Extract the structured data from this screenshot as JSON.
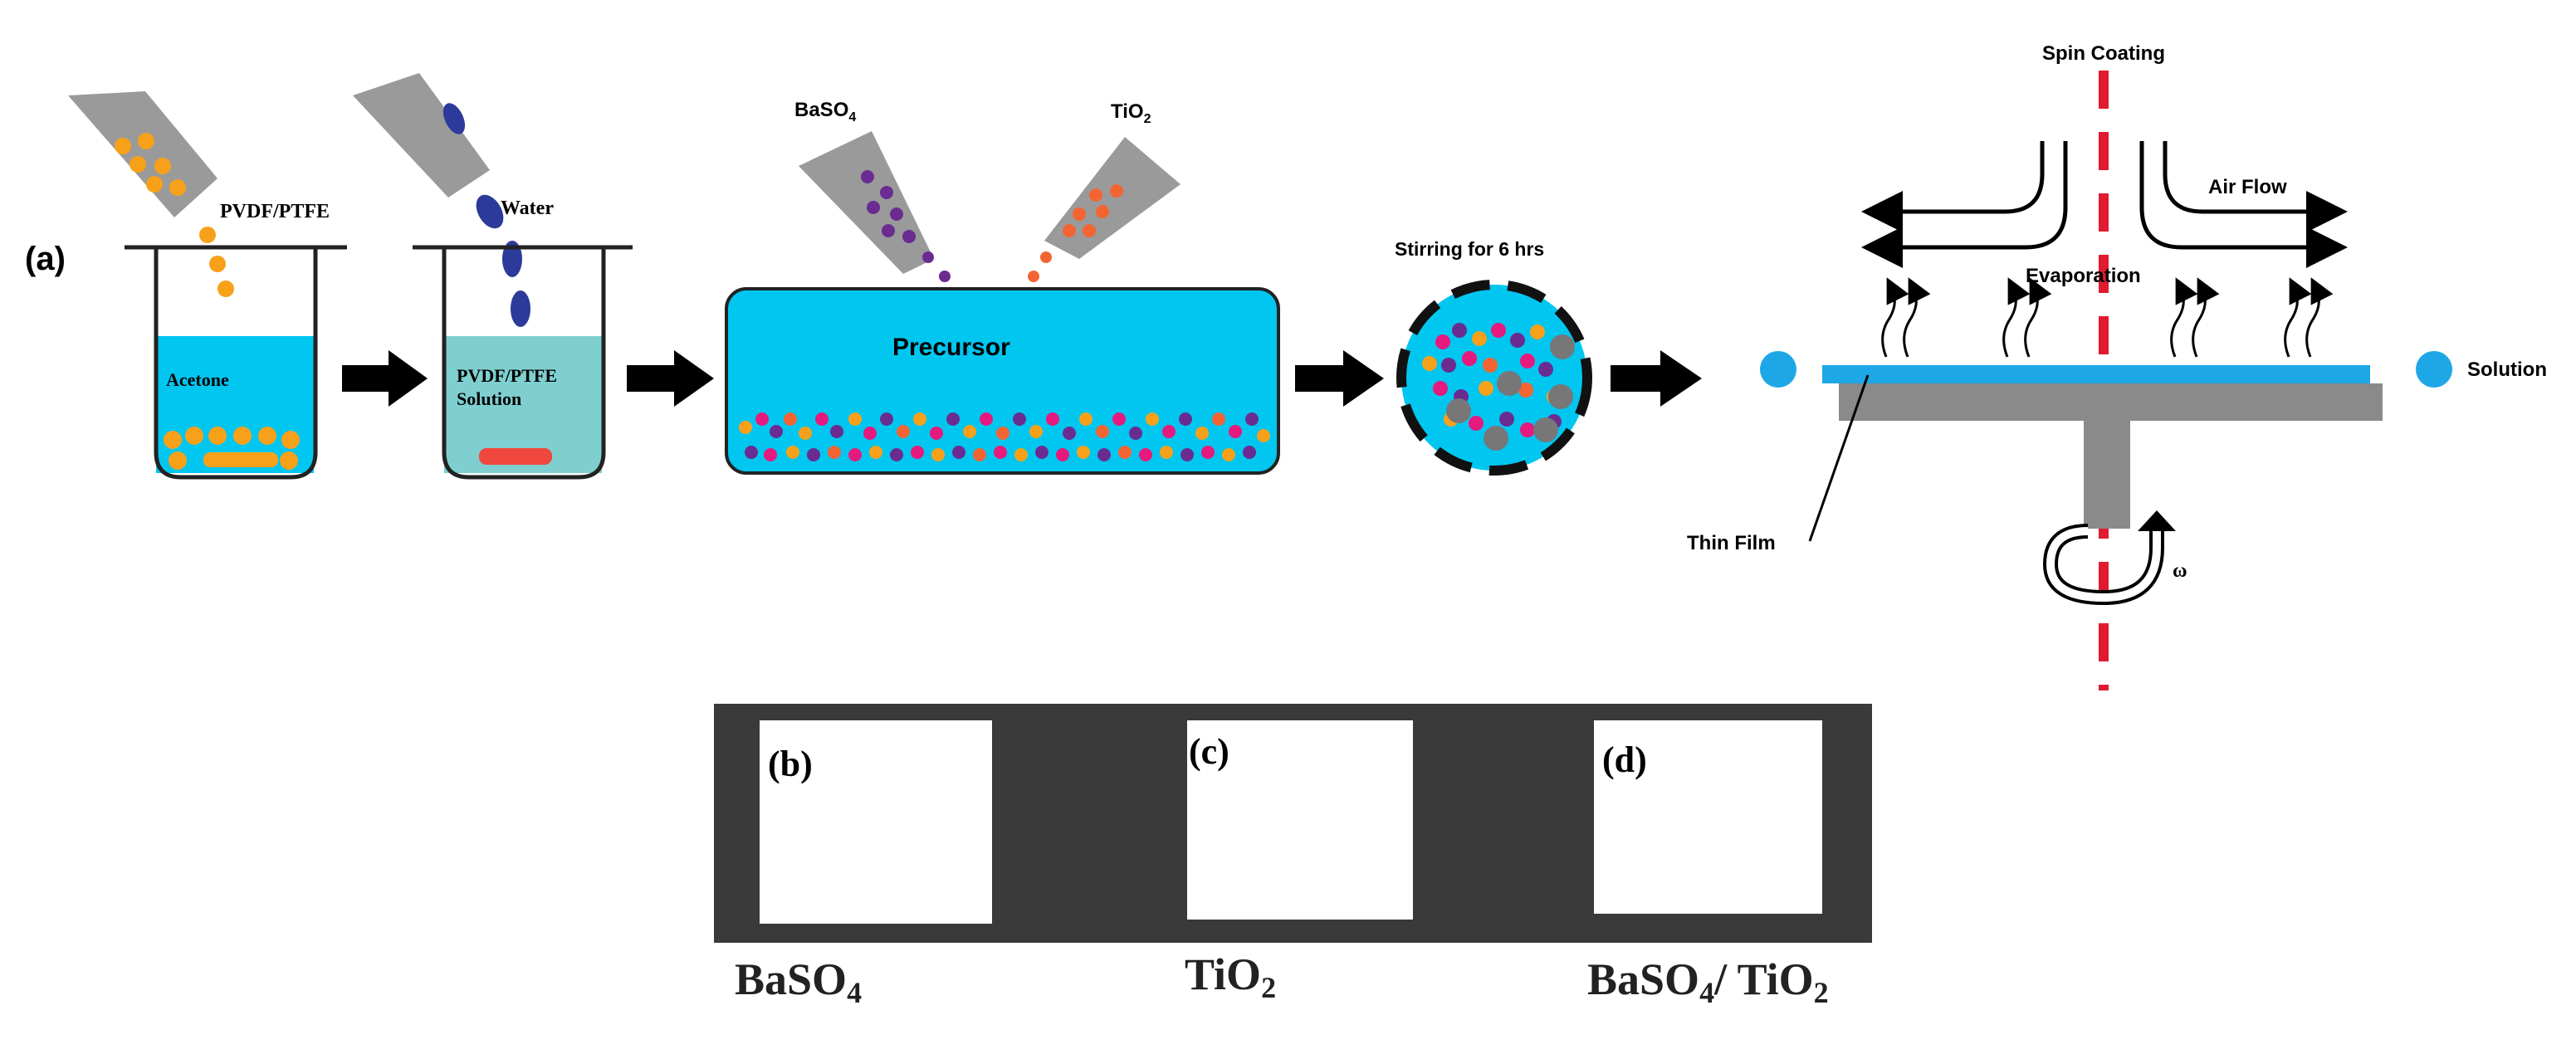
{
  "panel_a": {
    "label": "(a)",
    "beaker1": {
      "pour_label": "PVDF/PTFE",
      "liquid_label": "Acetone"
    },
    "beaker2": {
      "pour_label": "Water",
      "liquid_label_line1": "PVDF/PTFE",
      "liquid_label_line2": "Solution"
    },
    "precursor": {
      "label": "Precursor",
      "left_pour": "BaSO",
      "left_pour_sub": "4",
      "right_pour": "TiO",
      "right_pour_sub": "2"
    },
    "stirring": {
      "label": "Stirring for 6 hrs"
    },
    "spin_coating": {
      "title": "Spin Coating",
      "air_flow": "Air Flow",
      "evaporation": "Evaporation",
      "solution": "Solution",
      "thin_film": "Thin Film",
      "omega": "ω"
    }
  },
  "samples": [
    {
      "label": "(b)",
      "caption": "BaSO",
      "caption_sub": "4"
    },
    {
      "label": "(c)",
      "caption": "TiO",
      "caption_sub": "2"
    },
    {
      "label": "(d)",
      "caption": "BaSO",
      "caption_sub": "4",
      "caption_tail": "/ TiO",
      "caption_sub2": "2"
    }
  ],
  "colors": {
    "liquid": "#00c6f0",
    "solution_liquid": "#7fcfd0",
    "orange_particle": "#f7a11a",
    "violet_particle": "#6a2c91",
    "pink_particle": "#e6197e",
    "tio2_particle": "#f26532",
    "water_drop": "#2c3a9a",
    "gray": "#8a8a8a",
    "spin_red": "#e01b2f",
    "film_blue": "#1ea7e6",
    "dark_frame": "#3a3a3a"
  }
}
